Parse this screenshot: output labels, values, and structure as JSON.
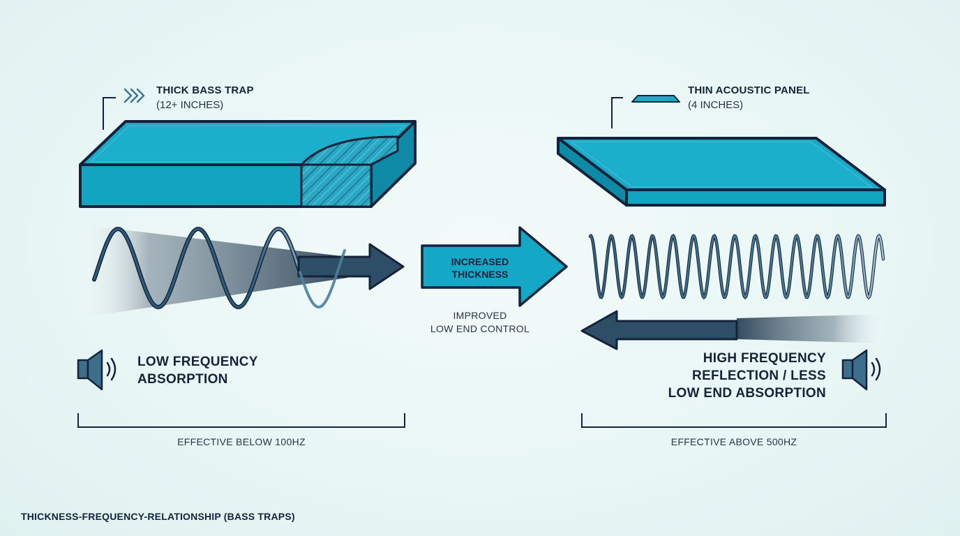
{
  "thick": {
    "title": "THICK BASS TRAP",
    "size": "(12+ INCHES)",
    "absorption_line1": "LOW FREQUENCY",
    "absorption_line2": "ABSORPTION",
    "range": "EFFECTIVE BELOW 100HZ"
  },
  "thin": {
    "title": "THIN ACOUSTIC PANEL",
    "size": "(4 INCHES)",
    "reflection_line1": "HIGH FREQUENCY",
    "reflection_line2": "REFLECTION / LESS",
    "reflection_line3": "LOW END ABSORPTION",
    "range": "EFFECTIVE ABOVE 500HZ"
  },
  "middle": {
    "arrow_line1": "INCREASED",
    "arrow_line2": "THICKNESS",
    "caption_line1": "IMPROVED",
    "caption_line2": "LOW END CONTROL"
  },
  "footer": {
    "caption": "THICKNESS-FREQUENCY-RELATIONSHIP (BASS TRAPS)"
  },
  "colors": {
    "panel": "#15a8c6",
    "panel_dark": "#0f8fab",
    "outline": "#14233a",
    "wave": "#3a6d8a",
    "background": "#eaf7f6"
  },
  "icons": {
    "thick_marker": "double-chevron-icon",
    "thin_marker": "thin-panel-icon",
    "speaker": "speaker-icon"
  }
}
